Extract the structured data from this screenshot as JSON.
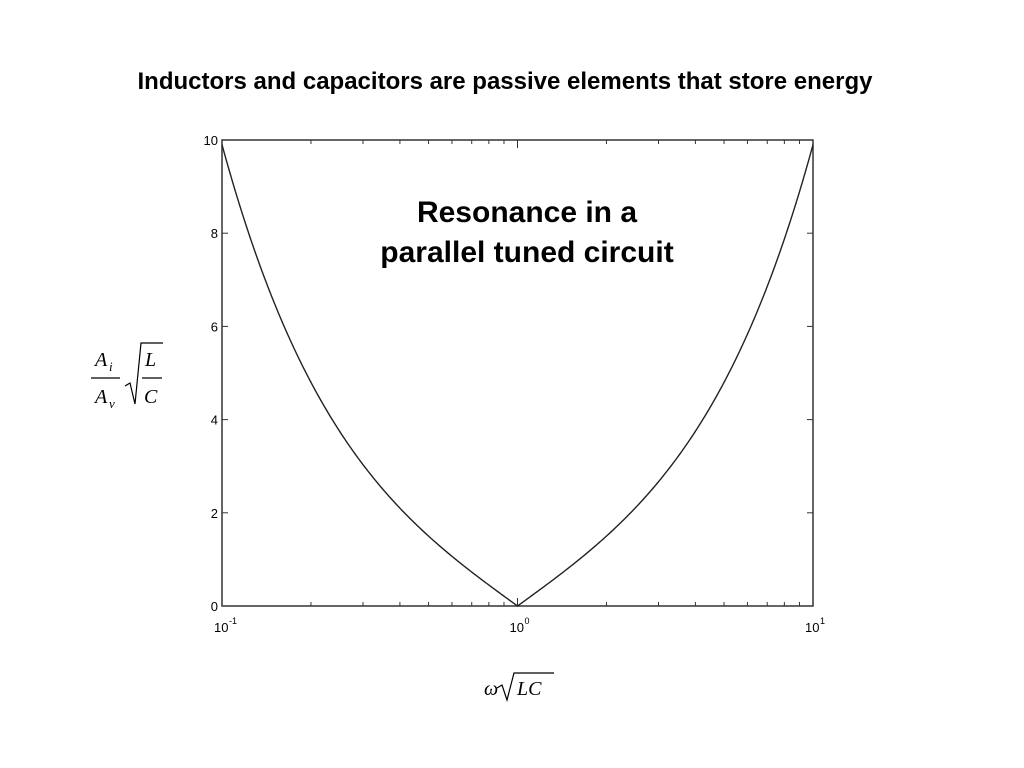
{
  "slide": {
    "title": "Inductors and capacitors are passive elements that store energy"
  },
  "chart_data": {
    "type": "line",
    "annotation": [
      "Resonance in a",
      "parallel tuned circuit"
    ],
    "xlabel": {
      "omega": "ω",
      "radicand": "LC"
    },
    "ylabel": {
      "num": "A",
      "num_sub": "i",
      "den": "A",
      "den_sub": "v",
      "sqrt_num": "L",
      "sqrt_den": "C"
    },
    "x_scale": "log",
    "xlim": [
      0.1,
      10
    ],
    "ylim": [
      0,
      10
    ],
    "x_ticks": [
      {
        "value": 0.1,
        "base": "10",
        "exp": "-1"
      },
      {
        "value": 1,
        "base": "10",
        "exp": "0"
      },
      {
        "value": 10,
        "base": "10",
        "exp": "1"
      }
    ],
    "y_ticks": [
      "0",
      "2",
      "4",
      "6",
      "8",
      "10"
    ],
    "series": [
      {
        "formula": "|x - 1/x|",
        "x": [
          0.1,
          0.126,
          0.158,
          0.2,
          0.251,
          0.316,
          0.398,
          0.5,
          0.631,
          0.794,
          1,
          1.26,
          1.58,
          2,
          2.51,
          3.16,
          3.98,
          5,
          6.31,
          7.94,
          10
        ],
        "y": [
          9.9,
          7.81,
          6.17,
          4.8,
          3.73,
          2.85,
          2.11,
          1.5,
          0.95,
          0.47,
          0,
          0.47,
          0.95,
          1.5,
          2.11,
          2.85,
          3.73,
          4.8,
          6.17,
          7.81,
          9.9
        ]
      }
    ],
    "grid": false,
    "line_color": "#222222"
  }
}
